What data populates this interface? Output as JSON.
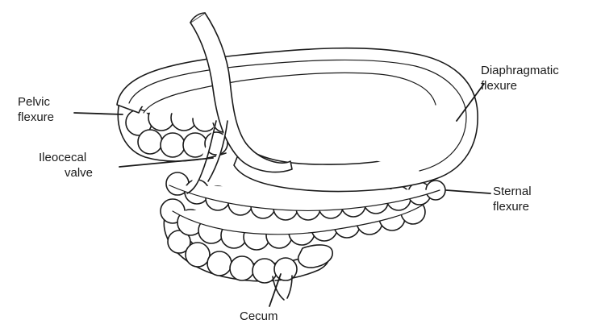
{
  "labels": {
    "pelvic_flexure": [
      "Pelvic",
      "flexure"
    ],
    "ileocecal_valve": [
      "Ileocecal",
      "valve"
    ],
    "diaphragmatic_flexure": [
      "Diaphragmatic",
      "flexure"
    ],
    "sternal_flexure": [
      "Sternal",
      "flexure"
    ],
    "cecum": [
      "Cecum"
    ]
  },
  "colors": {
    "stroke": "#1a1a1a",
    "fill": "#ffffff"
  }
}
